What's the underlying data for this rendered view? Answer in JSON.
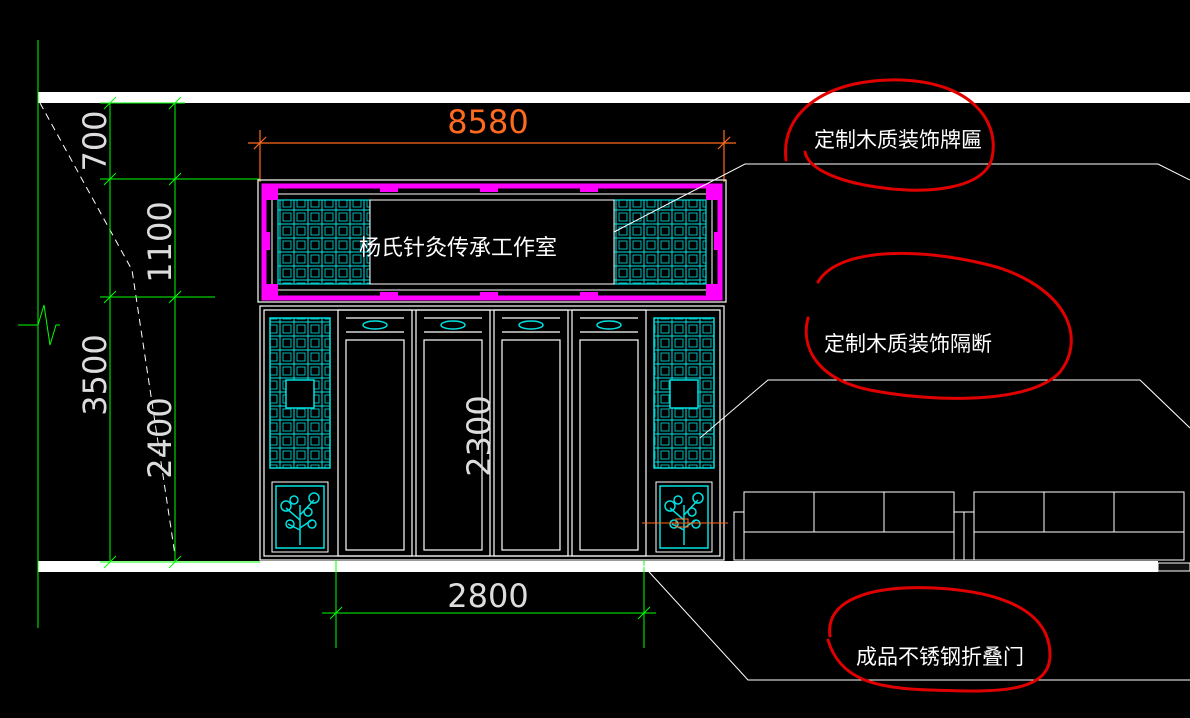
{
  "canvas": {
    "background": "#000000"
  },
  "colors": {
    "dimension_green": "#00ff00",
    "dimension_orange": "#ff6a1f",
    "frame_white": "#ffffff",
    "lattice_cyan": "#00e0e0",
    "ornament_magenta": "#ff00ff",
    "annotation_red": "#e00000",
    "dimension_text": "#dddddd"
  },
  "dimensions": {
    "total_width": "8580",
    "door_width": "2800",
    "height_total": "3500",
    "height_top": "700",
    "height_plaque": "1100",
    "height_lower": "2400",
    "door_height": "2300"
  },
  "plaque": {
    "title": "杨氏针灸传承工作室"
  },
  "callouts": {
    "plaque_label": "定制木质装饰牌匾",
    "partition_label": "定制木质装饰隔断",
    "door_label": "成品不锈钢折叠门"
  }
}
